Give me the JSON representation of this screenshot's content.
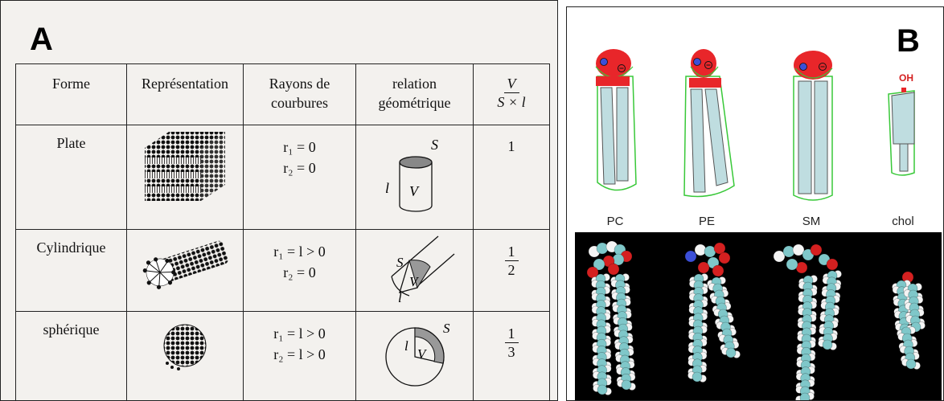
{
  "panel_a": {
    "label": "A",
    "table": {
      "headers": {
        "forme": "Forme",
        "representation": "Représentation",
        "rayons_line1": "Rayons de",
        "rayons_line2": "courbures",
        "relation_line1": "relation",
        "relation_line2": "géométrique",
        "ratio_num": "V",
        "ratio_den": "S × l"
      },
      "rows": [
        {
          "forme": "Plate",
          "r1": "r₁ = 0",
          "r2": "r₂ = 0",
          "ratio_num": "1",
          "ratio_den": "",
          "s": "S",
          "l": "l",
          "v": "V"
        },
        {
          "forme": "Cylindrique",
          "r1": "r₁ = l > 0",
          "r2": "r₂ = 0",
          "ratio_num": "1",
          "ratio_den": "2",
          "s": "S",
          "l": "l",
          "v": "V"
        },
        {
          "forme": "sphérique",
          "r1": "r₁ = l > 0",
          "r2": "r₂ = l > 0",
          "ratio_num": "1",
          "ratio_den": "3",
          "s": "S",
          "l": "l",
          "v": "V"
        }
      ]
    }
  },
  "panel_b": {
    "label": "B",
    "lipids": [
      "PC",
      "PE",
      "SM",
      "chol"
    ],
    "oh_label": "OH",
    "colors": {
      "head": "#e8262a",
      "tail": "#bfdde0",
      "outline": "#38c838",
      "carbon": "#7fc7c9",
      "hydrogen": "#f4f4f4",
      "oxygen": "#d42020",
      "nitrogen": "#3b4fd8"
    }
  }
}
